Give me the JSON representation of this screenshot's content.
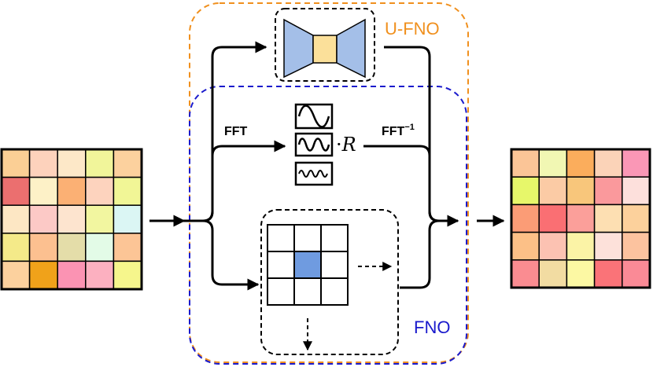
{
  "labels": {
    "ufno": "U-FNO",
    "fno": "FNO",
    "fft": "FFT",
    "ifft_base": "FFT",
    "ifft_exp": "−1",
    "r_dot": "·",
    "r_var": "R"
  },
  "colors": {
    "ufno_border": "#f0901e",
    "fno_border": "#1a1acc",
    "unet_blue": "#a4bfe8",
    "unet_yellow": "#fbe09a",
    "conv_center": "#6f9be0",
    "stroke": "#000000"
  },
  "icons": [
    "unet-icon",
    "sine-wave-icon",
    "double-wave-icon",
    "high-freq-wave-icon",
    "conv-kernel-icon"
  ],
  "input_grid_colors": [
    [
      "#fbcf95",
      "#fdd2bc",
      "#fde8c8",
      "#f1f59a",
      "#fcd19e"
    ],
    [
      "#eb6f6f",
      "#fdf1c7",
      "#fbb074",
      "#fdd3be",
      "#f1f696"
    ],
    [
      "#fde7c4",
      "#fcc9c6",
      "#fde4cf",
      "#f2f6a0",
      "#dbf6f4"
    ],
    [
      "#f4ea89",
      "#fcc090",
      "#e4dda9",
      "#e3fbe7",
      "#fcc596"
    ],
    [
      "#fcd19e",
      "#f0a21a",
      "#fb93b3",
      "#fcb0c0",
      "#f6f68c"
    ]
  ],
  "output_grid_colors": [
    [
      "#fbc597",
      "#f1f7b3",
      "#fbad5c",
      "#fbd3b8",
      "#fa97b6"
    ],
    [
      "#e7f76a",
      "#fbcba5",
      "#f8c67b",
      "#fa999c",
      "#fde0dc"
    ],
    [
      "#fb9c76",
      "#fa6f73",
      "#fb9f9a",
      "#fddfb2",
      "#fcd19c"
    ],
    [
      "#fcc087",
      "#fcc2b2",
      "#fbf3a6",
      "#fde1da",
      "#fcc39f"
    ],
    [
      "#fa8c91",
      "#f2dca2",
      "#fcf8a3",
      "#fa7378",
      "#fa8a96"
    ]
  ]
}
